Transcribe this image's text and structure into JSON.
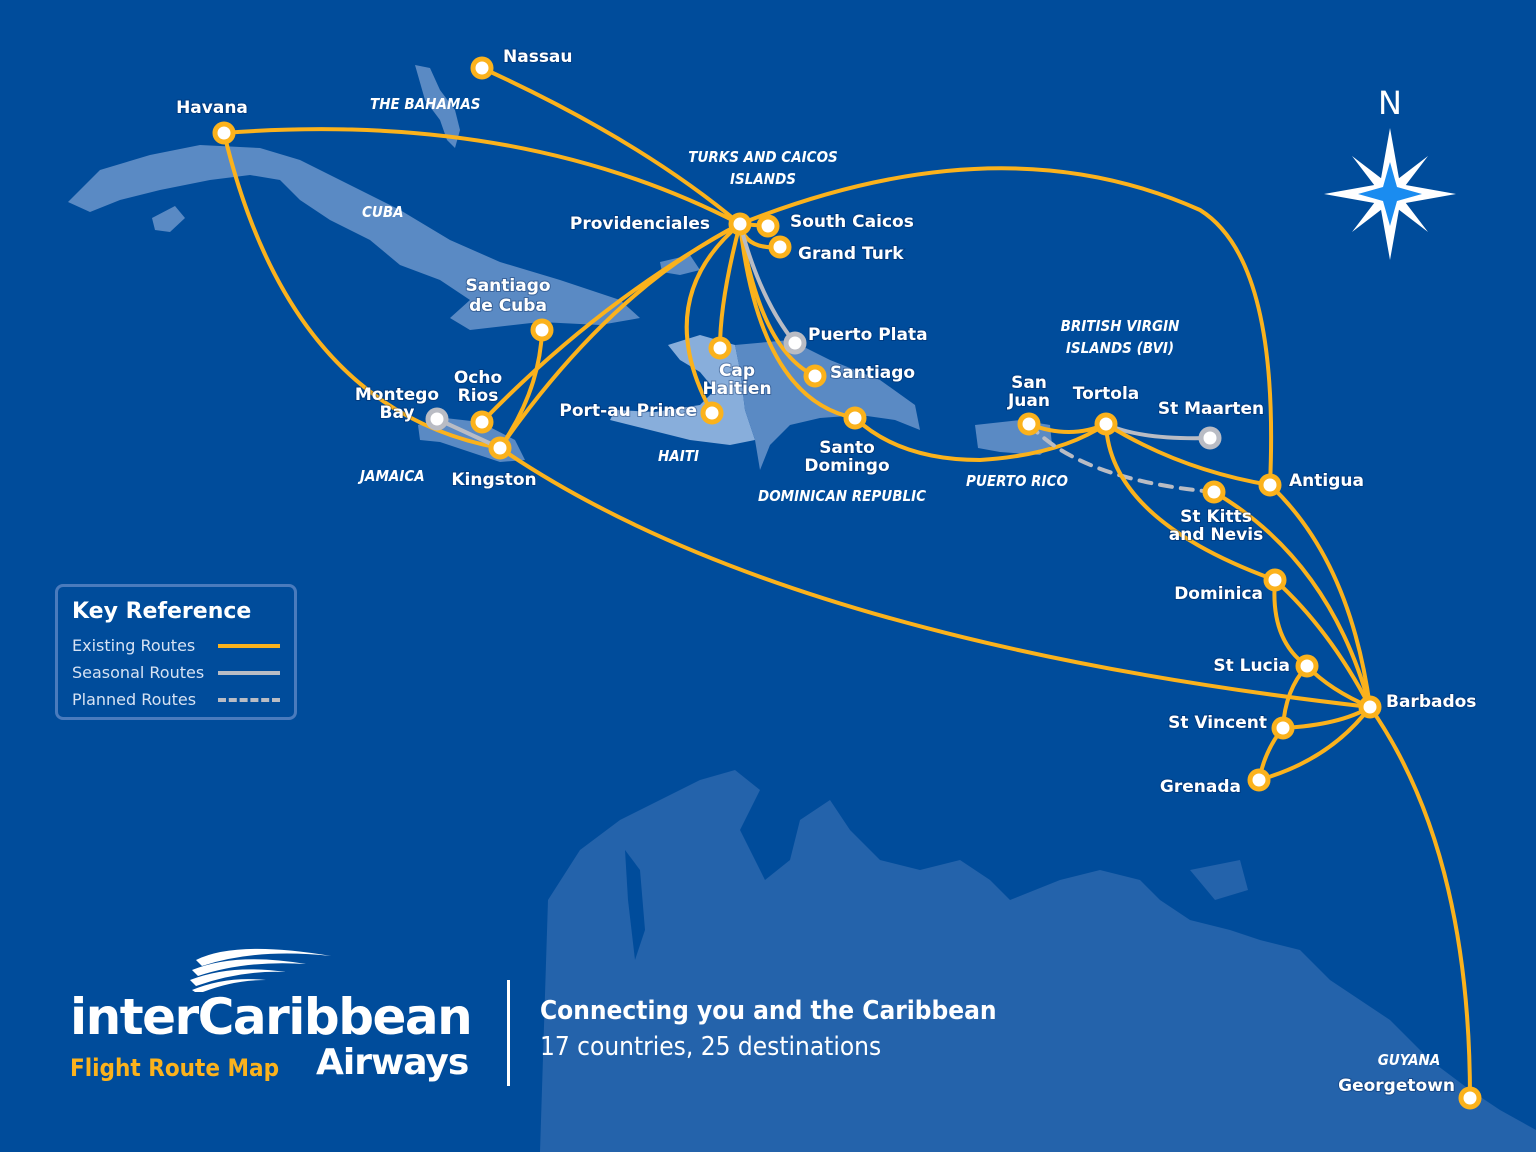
{
  "brand": {
    "name": "interCaribbean",
    "airways": "Airways",
    "subtitle": "Flight Route Map"
  },
  "tagline": {
    "headline": "Connecting you and the Caribbean",
    "stats": "17 countries, 25 destinations"
  },
  "compass": {
    "north_label": "N",
    "icon": "compass-rose-icon"
  },
  "legend": {
    "title": "Key Reference",
    "items": [
      {
        "label": "Existing Routes",
        "style": "solid",
        "color": "#fbb21c"
      },
      {
        "label": "Seasonal Routes",
        "style": "solid",
        "color": "#b9bcc4"
      },
      {
        "label": "Planned Routes",
        "style": "dashed",
        "color": "#b9bcc4"
      }
    ]
  },
  "colors": {
    "sea": "#004c9b",
    "land": "#5a8ac4",
    "route_existing": "#fbb21c",
    "route_seasonal": "#b9bcc4",
    "text": "#ffffff"
  },
  "countries": {
    "bahamas": "THE BAHAMAS",
    "cuba": "CUBA",
    "turks_caicos_1": "TURKS AND CAICOS",
    "turks_caicos_2": "ISLANDS",
    "jamaica": "JAMAICA",
    "haiti": "HAITI",
    "dominican_republic": "DOMINICAN REPUBLIC",
    "puerto_rico": "PUERTO RICO",
    "bvi_1": "BRITISH VIRGIN",
    "bvi_2": "ISLANDS (BVI)",
    "guyana": "GUYANA"
  },
  "destinations": {
    "nassau": "Nassau",
    "havana": "Havana",
    "providenciales": "Providenciales",
    "south_caicos": "South Caicos",
    "grand_turk": "Grand Turk",
    "santiago_de_cuba_1": "Santiago",
    "santiago_de_cuba_2": "de Cuba",
    "puerto_plata": "Puerto Plata",
    "cap_haitien_1": "Cap",
    "cap_haitien_2": "Haitien",
    "santiago": "Santiago",
    "port_au_prince": "Port-au Prince",
    "santo_domingo_1": "Santo",
    "santo_domingo_2": "Domingo",
    "ocho_rios_1": "Ocho",
    "ocho_rios_2": "Rios",
    "montego_bay_1": "Montego",
    "montego_bay_2": "Bay",
    "kingston": "Kingston",
    "san_juan_1": "San",
    "san_juan_2": "Juan",
    "tortola": "Tortola",
    "st_maarten": "St Maarten",
    "antigua": "Antigua",
    "st_kitts_1": "St Kitts",
    "st_kitts_2": "and Nevis",
    "dominica": "Dominica",
    "st_lucia": "St Lucia",
    "barbados": "Barbados",
    "st_vincent": "St Vincent",
    "grenada": "Grenada",
    "georgetown": "Georgetown"
  }
}
